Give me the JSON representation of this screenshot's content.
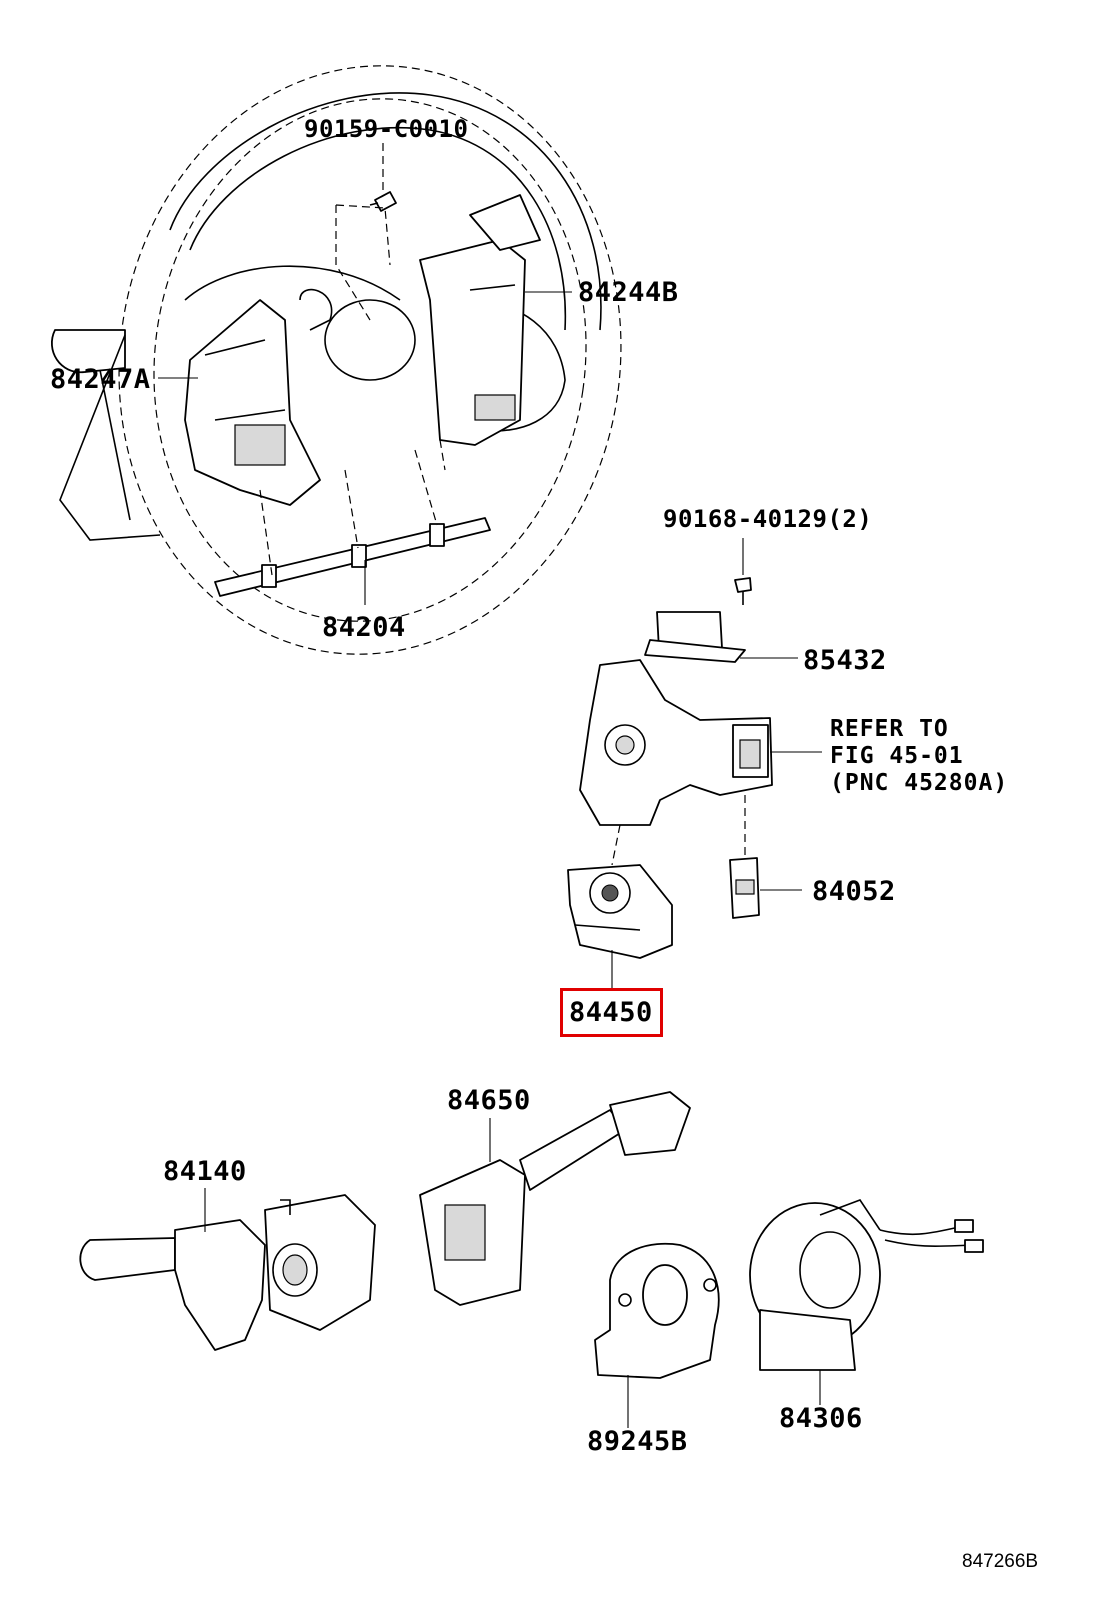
{
  "labels": {
    "p90159": "90159-C0010",
    "p84244B": "84244B",
    "p84247A": "84247A",
    "p84204": "84204",
    "p90168": "90168-40129(2)",
    "p85432": "85432",
    "refer_line1": "REFER TO",
    "refer_line2": "FIG 45-01",
    "refer_line3": "(PNC 45280A)",
    "p84052": "84052",
    "p84450": "84450",
    "p84650": "84650",
    "p84140": "84140",
    "p89245B": "89245B",
    "p84306": "84306"
  },
  "figure_id": "847266B",
  "highlight": {
    "part": "84450",
    "color": "#e00000"
  }
}
